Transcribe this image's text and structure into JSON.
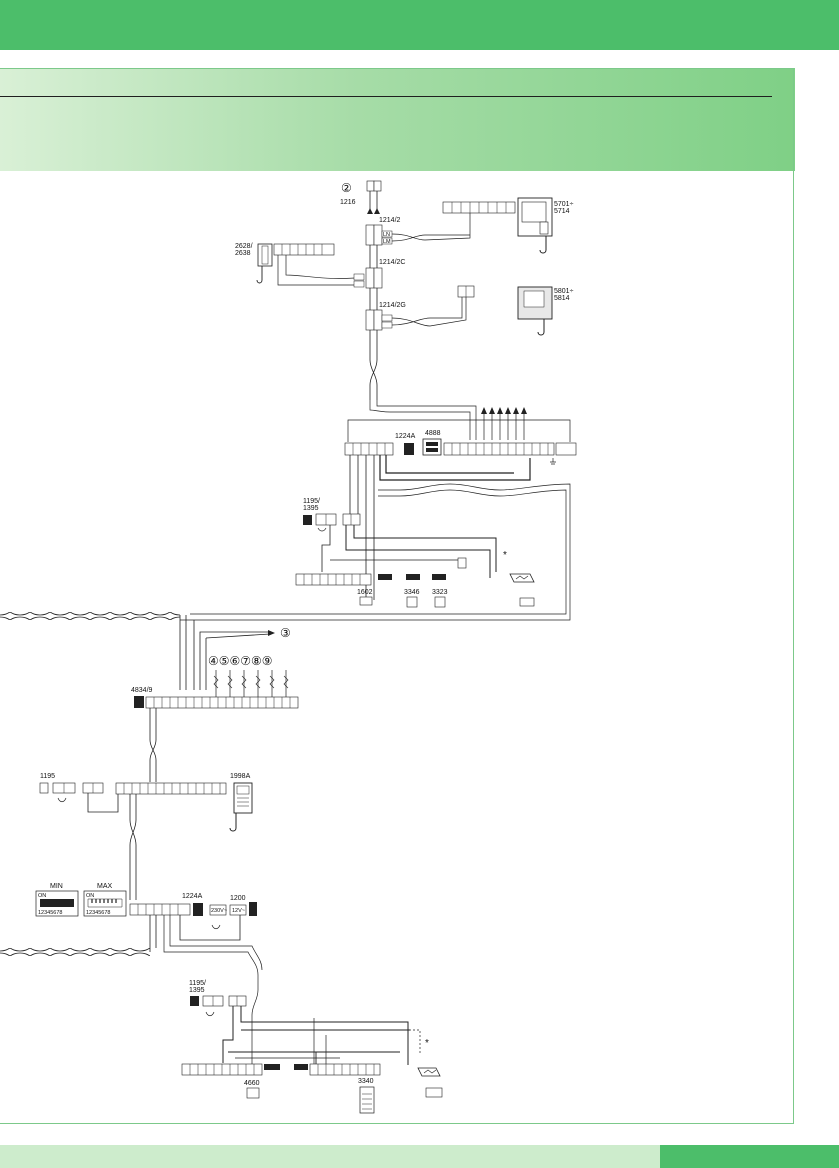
{
  "labels": {
    "ref_2": "②",
    "ref_2_code": "1216",
    "m1214_2": "1214/2",
    "m1214_2c": "1214/2C",
    "m1214_2g": "1214/2G",
    "m2628": "2628/",
    "m2638": "2638",
    "m5701": "5701÷",
    "m5714": "5714",
    "m5801": "5801÷",
    "m5814": "5814",
    "m1224a_top": "1224A",
    "m4888": "4888",
    "m1195_1395_a": "1195/",
    "m1195_1395_b": "1395",
    "m1602": "1602",
    "m3346": "3346",
    "m3323": "3323",
    "star_a": "*",
    "ref_3": "③",
    "refs_4_9": "④⑤⑥⑦⑧⑨",
    "m4834": "4834/9",
    "m1195": "1195",
    "m1998a": "1998A",
    "dip_min": "MIN",
    "dip_max": "MAX",
    "dip_on": "ON",
    "dip_digits": "12345678",
    "m1224a_mid": "1224A",
    "m1200": "1200",
    "m1195_1395_c": "1195/",
    "m1195_1395_d": "1395",
    "m4660": "4660",
    "m3340": "3340",
    "star_b": "*",
    "sw_ln": "LN",
    "sw_lm": "LM",
    "sw_230": "230V~",
    "sw_12v": "12V~"
  },
  "colors": {
    "brand_green": "#4cbe6a",
    "header_gradient_start": "#d9f0d6",
    "header_gradient_end": "#7fd086",
    "footer_light": "#cdeccc"
  }
}
